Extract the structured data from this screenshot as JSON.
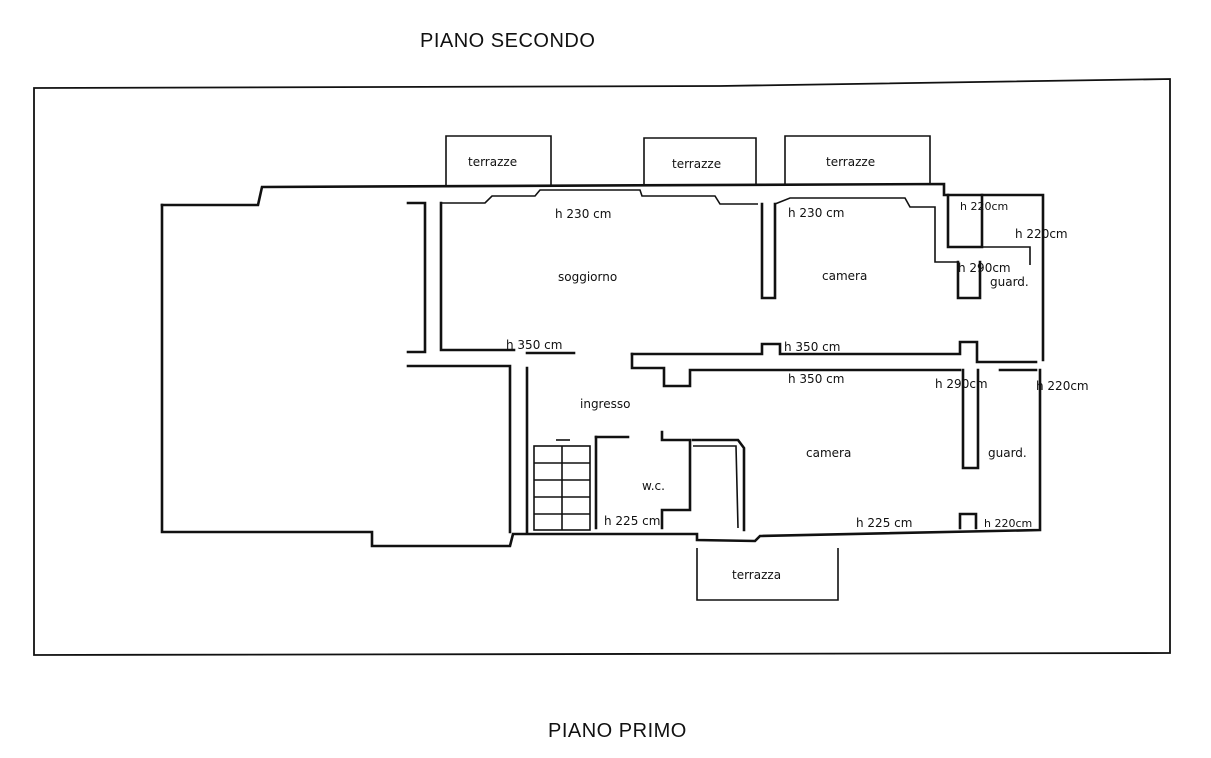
{
  "titles": {
    "upper": "PIANO SECONDO",
    "lower": "PIANO PRIMO"
  },
  "balconies": {
    "top_left": "terrazze",
    "top_middle": "terrazze",
    "top_right": "terrazze",
    "bottom": "terrazza"
  },
  "rooms": {
    "soggiorno": "soggiorno",
    "camera_top": "camera",
    "guard_top": "guard.",
    "ingresso": "ingresso",
    "camera_bottom": "camera",
    "guard_bottom": "guard.",
    "wc": "w.c."
  },
  "heights": {
    "soggiorno_top": "h 230 cm",
    "camera_top": "h 230 cm",
    "corner_top": "h 220cm",
    "right_top": "h 220cm",
    "guard_top": "h 290cm",
    "ingresso_top": "h 350 cm",
    "corridor_upper": "h 350 cm",
    "corridor_lower": "h 350 cm",
    "guard_bottom_top": "h 290cm",
    "right_middle": "h 220cm",
    "wc_bottom": "h 225 cm",
    "camera_bottom": "h 225 cm",
    "right_bottom": "h 220cm"
  }
}
